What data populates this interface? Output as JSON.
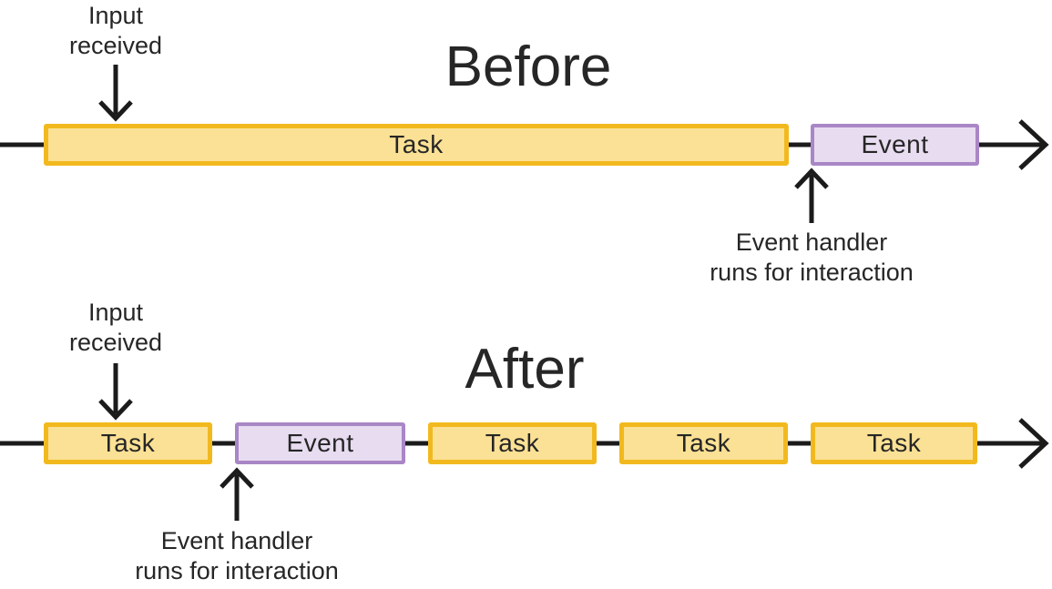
{
  "colors": {
    "task_fill": "#FBE195",
    "task_border": "#F2B91F",
    "event_fill": "#E8DCF0",
    "event_border": "#A986C6",
    "line": "#1b1b1b",
    "text": "#262626",
    "background": "#ffffff"
  },
  "before": {
    "title": "Before",
    "input_label": {
      "line1": "Input",
      "line2": "received"
    },
    "handler_label": {
      "line1": "Event handler",
      "line2": "runs for interaction"
    },
    "boxes": [
      {
        "type": "task",
        "label": "Task"
      },
      {
        "type": "event",
        "label": "Event"
      }
    ]
  },
  "after": {
    "title": "After",
    "input_label": {
      "line1": "Input",
      "line2": "received"
    },
    "handler_label": {
      "line1": "Event handler",
      "line2": "runs for interaction"
    },
    "boxes": [
      {
        "type": "task",
        "label": "Task"
      },
      {
        "type": "event",
        "label": "Event"
      },
      {
        "type": "task",
        "label": "Task"
      },
      {
        "type": "task",
        "label": "Task"
      },
      {
        "type": "task",
        "label": "Task"
      }
    ]
  }
}
